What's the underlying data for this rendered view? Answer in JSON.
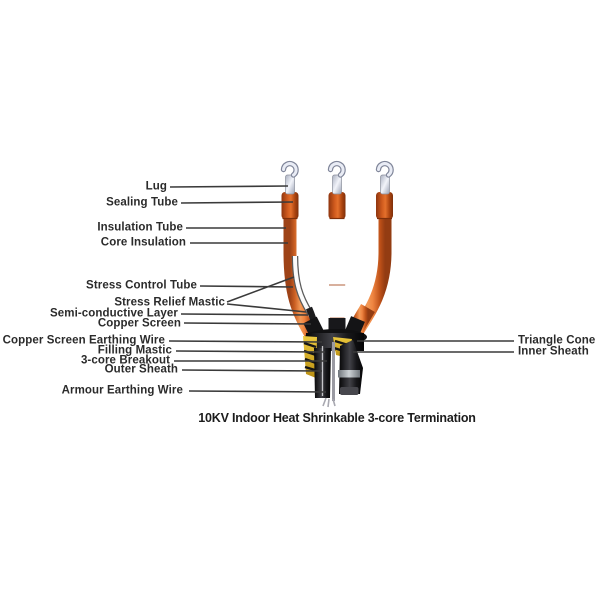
{
  "title": "10KV Indoor Heat Shrinkable 3-core Termination",
  "diagram": {
    "description": "Cutaway illustration of a 3-core heat shrinkable cable termination with callout labels",
    "colors": {
      "tube_orange": "#ef8440",
      "tube_orange_dark": "#9e4317",
      "sealing_tube_orange": "#c7541c",
      "breakout_black": "#1a1a1c",
      "mastic_yellow": "#d9ac25",
      "earthing_wire_gray": "#a6a6ae",
      "lug_silver": "#e9ecf5",
      "leader_line": "#3a3a3a",
      "label_text": "#2b2b2b"
    },
    "labels_left": [
      "Lug",
      "Sealing Tube",
      "Insulation Tube",
      "Core Insulation",
      "Stress Control  Tube",
      "Stress Relief Mastic",
      "Semi-conductive Layer",
      "Copper Screen",
      "Copper Screen Earthing Wire",
      "Filling Mastic",
      "3-core Breakout",
      "Outer Sheath",
      "Armour Earthing Wire"
    ],
    "labels_right": [
      "Triangle Cone",
      "Inner Sheath"
    ]
  }
}
